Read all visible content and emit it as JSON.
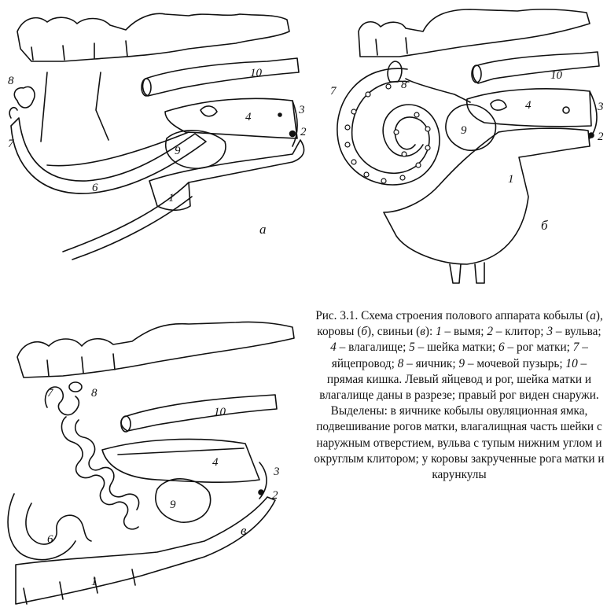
{
  "diagrams": {
    "horse": {
      "panel_letter": "а",
      "labels": [
        "1",
        "2",
        "3",
        "4",
        "6",
        "7",
        "8",
        "9",
        "10"
      ]
    },
    "cow": {
      "panel_letter": "б",
      "labels": [
        "1",
        "2",
        "3",
        "4",
        "7",
        "8",
        "9",
        "10"
      ]
    },
    "pig": {
      "panel_letter": "в",
      "labels": [
        "1",
        "2",
        "3",
        "4",
        "6",
        "7",
        "8",
        "9",
        "10"
      ]
    }
  },
  "caption": {
    "intro": "Рис. 3.1. Схема строения полового аппарата кобылы (",
    "a": "а",
    "mid1": "), коровы (",
    "b": "б",
    "mid2": "), свиньи (",
    "v": "в",
    "mid3": "): ",
    "legend": [
      {
        "n": "1",
        "t": " – вымя; "
      },
      {
        "n": "2",
        "t": " – клитор; "
      },
      {
        "n": "3",
        "t": " – вульва; "
      },
      {
        "n": "4",
        "t": " – влагалище; "
      },
      {
        "n": "5",
        "t": " – шейка матки; "
      },
      {
        "n": "6",
        "t": " – рог матки; "
      },
      {
        "n": "7",
        "t": " – яйцепровод; "
      },
      {
        "n": "8",
        "t": " – яичник; "
      },
      {
        "n": "9",
        "t": " – мочевой пузырь; "
      },
      {
        "n": "10",
        "t": " – прямая кишка. "
      }
    ],
    "tail": "Левый яйцевод и рог, шейка матки и влагалище даны в разрезе; правый рог виден снаружи.",
    "highlight": "Выделены: в яичнике кобылы овуляционная ямка, подвешивание рогов матки, влагалищная часть шейки с наружным отверстием, вульва с тупым нижним углом и округлым клитором; у коровы закрученные рога матки и карункулы"
  }
}
